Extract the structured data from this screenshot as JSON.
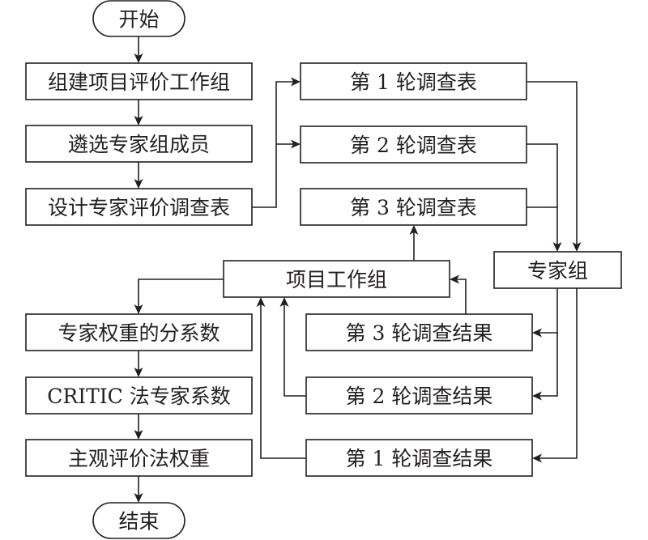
{
  "diagram": {
    "type": "flowchart",
    "colors": {
      "stroke": "#231f20",
      "background": "#ffffff"
    },
    "nodes": {
      "start": {
        "label": "开始",
        "shape": "terminal"
      },
      "form_team": {
        "label": "组建项目评价工作组",
        "shape": "process"
      },
      "select_experts": {
        "label": "遴选专家组成员",
        "shape": "process"
      },
      "design_survey": {
        "label": "设计专家评价调查表",
        "shape": "process"
      },
      "survey_1": {
        "label": "第 1 轮调查表",
        "shape": "process"
      },
      "survey_2": {
        "label": "第 2 轮调查表",
        "shape": "process"
      },
      "survey_3": {
        "label": "第 3 轮调查表",
        "shape": "process"
      },
      "expert_group": {
        "label": "专家组",
        "shape": "process"
      },
      "project_team": {
        "label": "项目工作组",
        "shape": "process"
      },
      "result_3": {
        "label": "第 3 轮调查结果",
        "shape": "process"
      },
      "result_2": {
        "label": "第 2 轮调查结果",
        "shape": "process"
      },
      "result_1": {
        "label": "第 1 轮调查结果",
        "shape": "process"
      },
      "expert_weight_score": {
        "label": "专家权重的分系数",
        "shape": "process"
      },
      "critic_coefficient": {
        "label": "CRITIC 法专家系数",
        "shape": "process"
      },
      "subjective_weight": {
        "label": "主观评价法权重",
        "shape": "process"
      },
      "end": {
        "label": "结束",
        "shape": "terminal"
      }
    },
    "edges": [
      {
        "from": "start",
        "to": "form_team"
      },
      {
        "from": "form_team",
        "to": "select_experts"
      },
      {
        "from": "select_experts",
        "to": "design_survey"
      },
      {
        "from": "design_survey",
        "to": "survey_1"
      },
      {
        "from": "design_survey",
        "to": "survey_2"
      },
      {
        "from": "survey_1",
        "to": "expert_group"
      },
      {
        "from": "survey_2",
        "to": "expert_group"
      },
      {
        "from": "survey_3",
        "to": "expert_group"
      },
      {
        "from": "expert_group",
        "to": "result_3"
      },
      {
        "from": "expert_group",
        "to": "result_2"
      },
      {
        "from": "expert_group",
        "to": "result_1"
      },
      {
        "from": "result_3",
        "to": "project_team"
      },
      {
        "from": "result_2",
        "to": "project_team"
      },
      {
        "from": "result_1",
        "to": "project_team"
      },
      {
        "from": "project_team",
        "to": "survey_3"
      },
      {
        "from": "project_team",
        "to": "expert_weight_score"
      },
      {
        "from": "expert_weight_score",
        "to": "critic_coefficient"
      },
      {
        "from": "critic_coefficient",
        "to": "subjective_weight"
      },
      {
        "from": "subjective_weight",
        "to": "end"
      }
    ]
  }
}
